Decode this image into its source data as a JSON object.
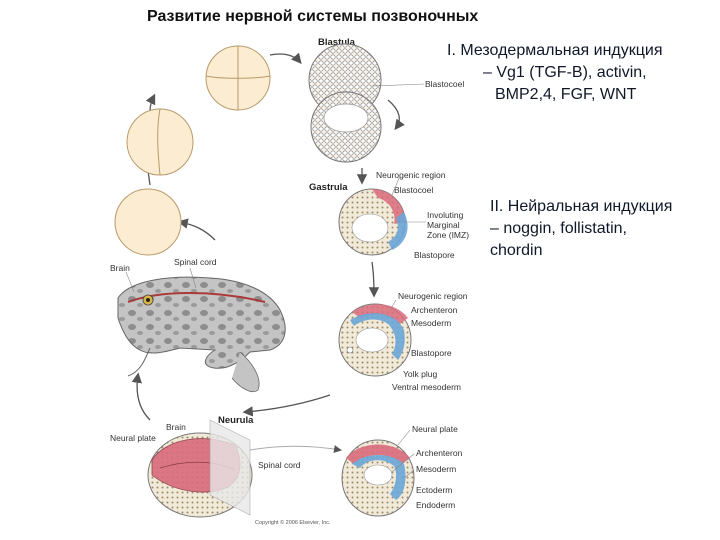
{
  "title": "Развитие нервной системы позвоночных",
  "induction": {
    "mesodermal": [
      "I. Мезодермальная индукция",
      "– Vg1 (TGF-B), activin,",
      "BMP2,4, FGF, WNT"
    ],
    "neural": [
      "II. Нейральная индукция",
      "– noggin, follistatin,",
      "chordin"
    ]
  },
  "stages": {
    "blastula": "Blastula",
    "gastrula": "Gastrula",
    "neurula": "Neurula"
  },
  "labels": {
    "blastocoel_1": "Blastocoel",
    "neurogenic_region_1": "Neurogenic region",
    "blastocoel_2": "Blastocoel",
    "involuting": "Involuting",
    "marginal": "Marginal",
    "imz": "Zone (IMZ)",
    "blastopore_1": "Blastopore",
    "neurogenic_region_2": "Neurogenic region",
    "archenteron_1": "Archenteron",
    "mesoderm_1": "Mesoderm",
    "blastopore_2": "Blastopore",
    "yolk_plug": "Yolk plug",
    "ventral_mesoderm": "Ventral mesoderm",
    "brain_frog": "Brain",
    "spinal_cord_frog": "Spinal cord",
    "brain_neurula": "Brain",
    "neural_plate_left": "Neural plate",
    "spinal_cord_neurula": "Spinal cord",
    "neural_plate_right": "Neural plate",
    "archenteron_2": "Archenteron",
    "mesoderm_2": "Mesoderm",
    "ectoderm": "Ectoderm",
    "endoderm": "Endoderm"
  },
  "copyright": "Copyright © 2006 Elsevier, Inc.",
  "colors": {
    "egg_fill": "#fcecd2",
    "egg_stroke": "#b89a6a",
    "neural_pink": "#d96b7c",
    "mesoderm_blue": "#6aa6d8",
    "frog_body": "#c7c7c7",
    "frog_stripe": "#a83a3a",
    "arrow": "#555555"
  }
}
